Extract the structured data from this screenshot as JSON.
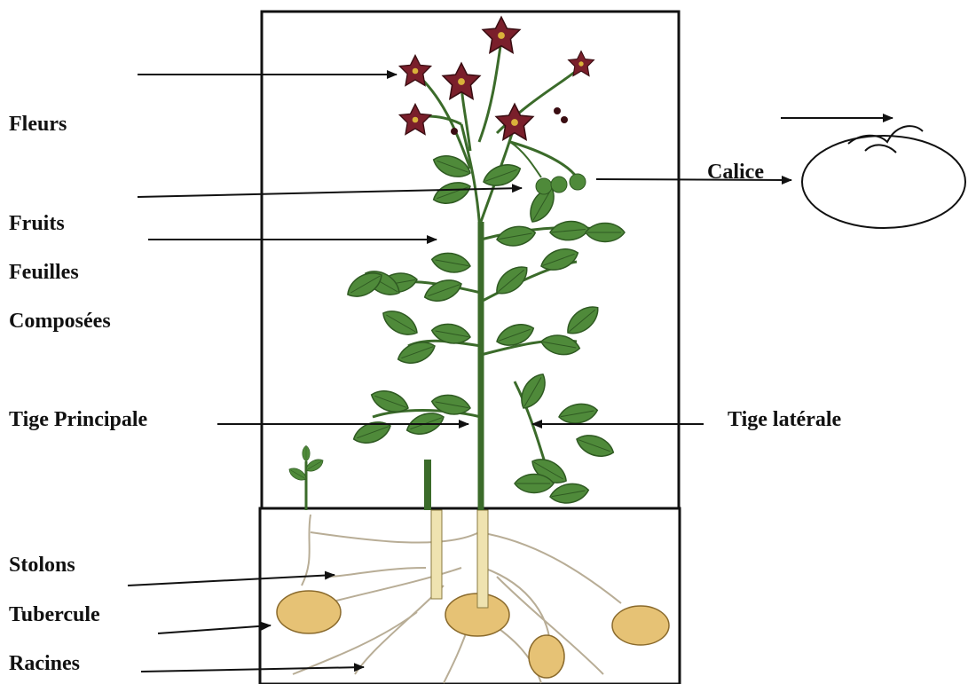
{
  "labels": {
    "fleurs": "Fleurs",
    "fruits": "Fruits",
    "feuilles": "Feuilles",
    "composees": "Composées",
    "tige_principale": "Tige Principale",
    "tige_laterale": "Tige latérale",
    "calice": "Calice",
    "stolons": "Stolons",
    "tubercule": "Tubercule",
    "racines": "Racines"
  },
  "colors": {
    "flower": "#7a1f2b",
    "leaf": "#4f8a3a",
    "leaf_dark": "#2f5a22",
    "stem": "#3b6b2a",
    "tuber": "#e6c275",
    "root": "#b8ad96",
    "frame": "#111111"
  }
}
